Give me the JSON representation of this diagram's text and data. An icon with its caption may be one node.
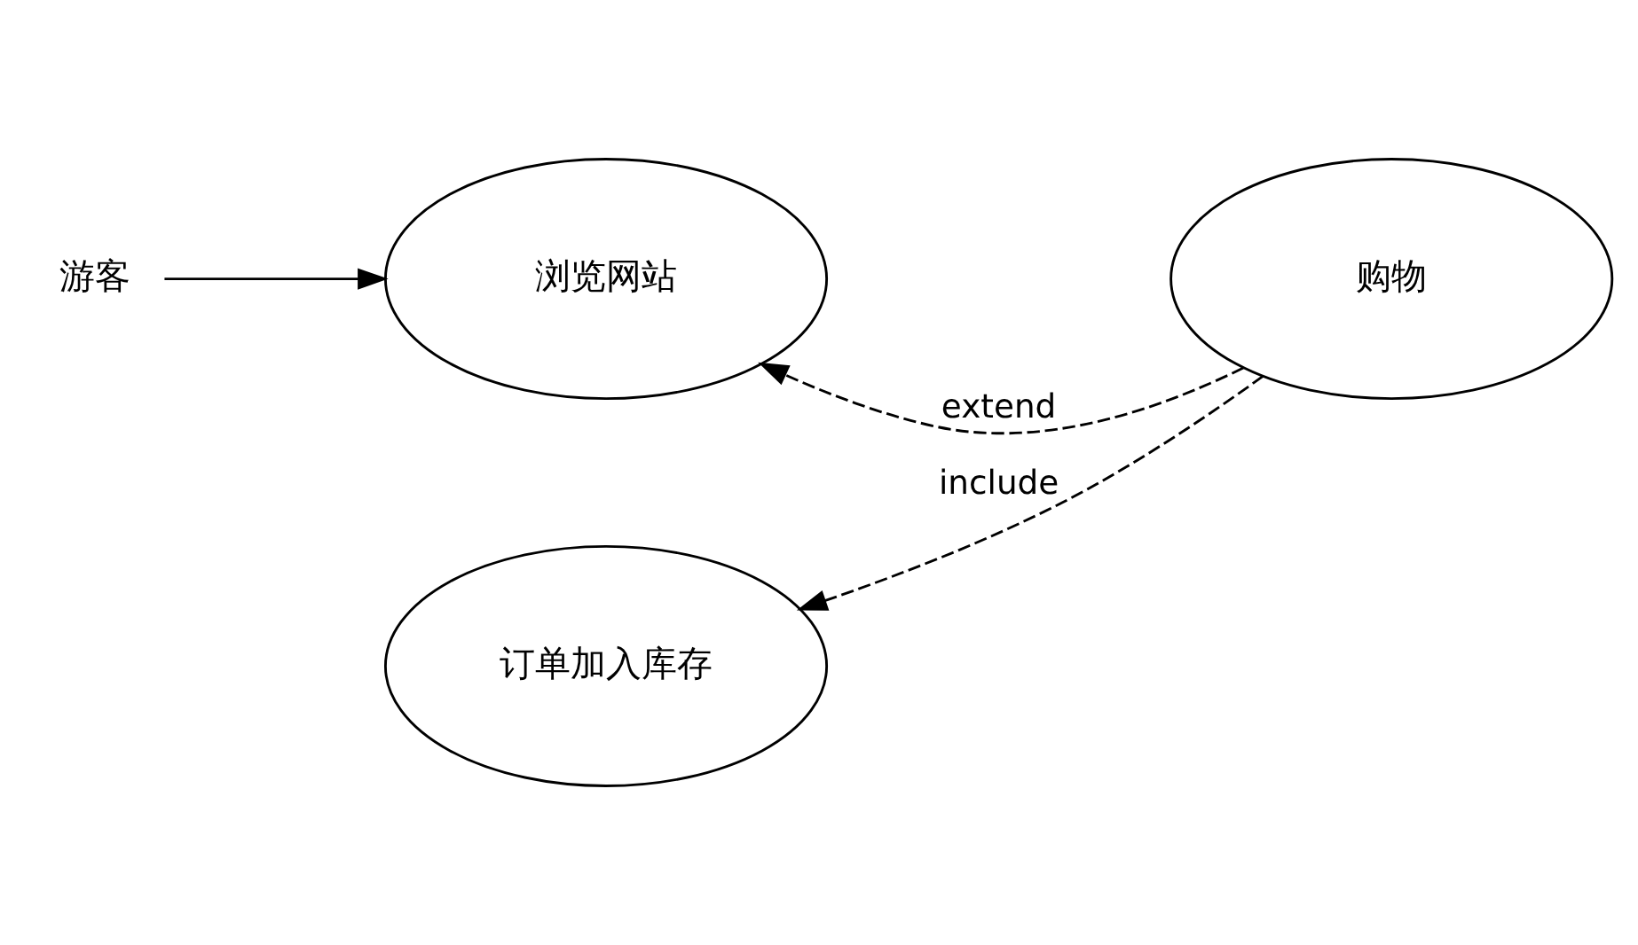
{
  "diagram": {
    "nodes": [
      {
        "text": [
          "游客"
        ]
      },
      {
        "text": [
          "浏览网站"
        ]
      },
      {
        "text": [
          "购物"
        ]
      },
      {
        "text": [
          "订单加入库存"
        ]
      }
    ],
    "edges": [
      {
        "from": 0,
        "to": 1,
        "arrow": "to"
      },
      {
        "from": 2,
        "to": 1,
        "arrow": "to",
        "style": "dashed",
        "label": "extend"
      },
      {
        "from": 2,
        "to": 3,
        "arrow": "to",
        "style": "dashed",
        "label": "include"
      }
    ]
  }
}
